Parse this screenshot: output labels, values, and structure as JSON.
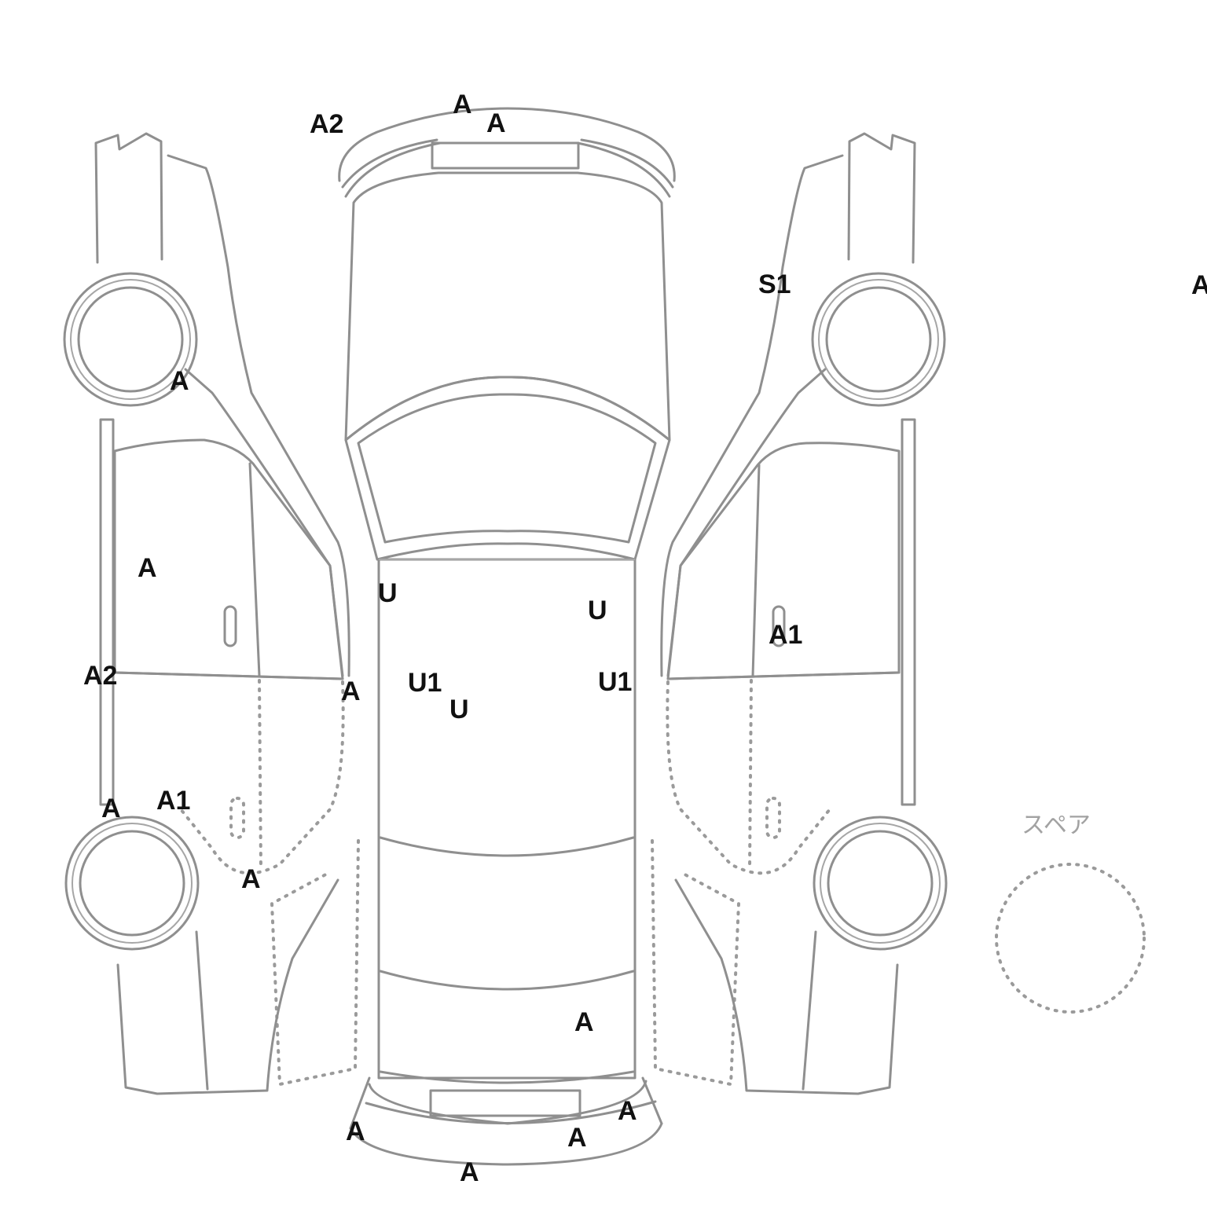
{
  "spare_label": "スペア",
  "colors": {
    "outline": "#8f8f8f",
    "text": "#111111"
  },
  "marks": {
    "front_bumper_a2": "A2",
    "front_bumper_a_1": "A",
    "front_bumper_a_2": "A",
    "right_side_s1": "S1",
    "edge_a": "A",
    "left_front_wheel_a": "A",
    "left_front_door_a": "A",
    "left_sill_a2": "A2",
    "left_b_pillar_a": "A",
    "left_rear_wheel_a": "A",
    "left_rear_wheel_a1": "A1",
    "left_rear_door_a": "A",
    "roof_u_left": "U",
    "roof_u_right": "U",
    "roof_u1_left": "U1",
    "roof_u_center": "U",
    "roof_u1_right": "U1",
    "right_door_a1": "A1",
    "trunk_a": "A",
    "rear_bumper_a_left": "A",
    "rear_bumper_a_right": "A",
    "rear_bumper_a_right_2": "A",
    "rear_bumper_a_bottom": "A"
  }
}
